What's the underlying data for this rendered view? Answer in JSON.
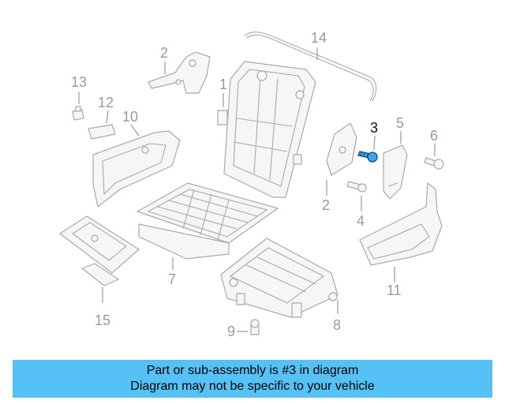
{
  "diagram": {
    "highlight_color": "#55c1f5",
    "selected_part": "3",
    "callouts": [
      "1",
      "2",
      "2",
      "3",
      "4",
      "5",
      "6",
      "7",
      "8",
      "9",
      "10",
      "11",
      "12",
      "13",
      "14",
      "15"
    ]
  },
  "banner": {
    "line1": "Part or sub-assembly is #3 in diagram",
    "line2": "Diagram may not be specific to your vehicle"
  }
}
